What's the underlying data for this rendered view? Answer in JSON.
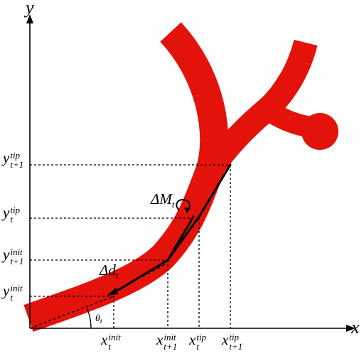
{
  "axes": {
    "x_label": "x",
    "y_label": "y"
  },
  "y_ticks": [
    {
      "main": "y",
      "sup": "tip",
      "sub": "t+1"
    },
    {
      "main": "y",
      "sup": "tip",
      "sub": "t"
    },
    {
      "main": "y",
      "sup": "init",
      "sub": "t+1"
    },
    {
      "main": "y",
      "sup": "init",
      "sub": "t"
    }
  ],
  "x_ticks": [
    {
      "main": "x",
      "sup": "init",
      "sub": "t"
    },
    {
      "main": "x",
      "sup": "init",
      "sub": "t+1"
    },
    {
      "main": "x",
      "sup": "tip",
      "sub": "t"
    },
    {
      "main": "x",
      "sup": "tip",
      "sub": "t+1"
    }
  ],
  "annotations": {
    "delta_m": {
      "main": "ΔM",
      "sub": "t"
    },
    "delta_d": {
      "main": "Δd",
      "sub": "t"
    },
    "theta": {
      "main": "θ",
      "sub": "t"
    }
  },
  "colors": {
    "hypha": "#e3120b",
    "line": "#000000"
  }
}
